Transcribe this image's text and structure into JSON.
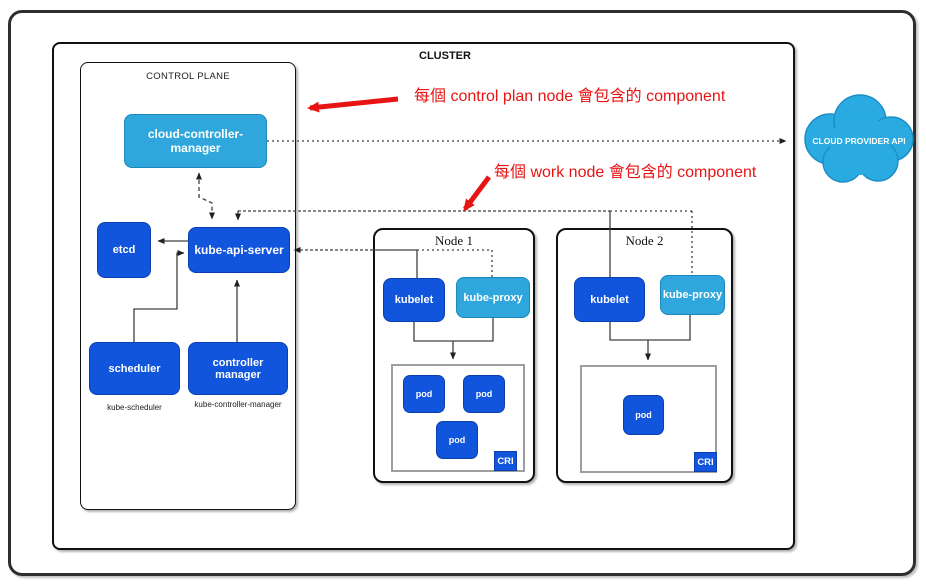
{
  "diagram": {
    "cluster_label": "CLUSTER",
    "control_plane": {
      "label": "CONTROL PLANE",
      "cloud_controller_manager": "cloud-controller-manager",
      "etcd": "etcd",
      "kube_api_server": "kube-api-server",
      "scheduler": "scheduler",
      "scheduler_caption": "kube-scheduler",
      "controller_manager": "controller manager",
      "controller_manager_caption": "kube-controller-manager"
    },
    "worker_nodes": [
      {
        "title": "Node 1",
        "kubelet": "kubelet",
        "kube_proxy": "kube-proxy",
        "cri_label": "CRI",
        "pods": [
          "pod",
          "pod",
          "pod"
        ]
      },
      {
        "title": "Node 2",
        "kubelet": "kubelet",
        "kube_proxy": "kube-proxy",
        "cri_label": "CRI",
        "pods": [
          "pod"
        ]
      }
    ],
    "cloud_provider_api": "CLOUD PROVIDER API",
    "annotations": [
      {
        "text": "每個 control plan node 會包含的 component"
      },
      {
        "text": "每個 work node 會包含的 component"
      }
    ],
    "colors": {
      "primary_blue": "#1155dd",
      "light_blue": "#2fa7dc",
      "cloud_blue": "#29abe2",
      "annotation_red": "#e81414",
      "connector_gray": "#404040"
    }
  }
}
